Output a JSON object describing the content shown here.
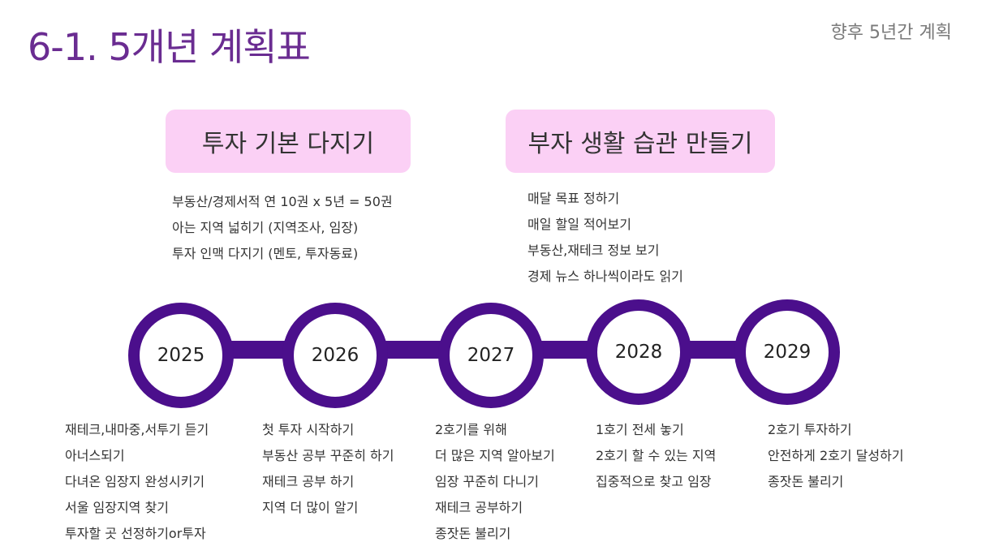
{
  "header": {
    "title": "6-1. 5개년 계획표",
    "subtitle": "향후 5년간 계획"
  },
  "goals": [
    {
      "heading": "투자 기본 다지기",
      "items": [
        "부동산/경제서적 연 10권 x 5년 = 50권",
        "아는 지역 넓히기 (지역조사, 임장)",
        "투자 인맥 다지기 (멘토, 투자동료)"
      ]
    },
    {
      "heading": "부자 생활 습관 만들기",
      "items": [
        "매달 목표 정하기",
        "매일 할일 적어보기",
        "부동산,재테크 정보 보기",
        "경제 뉴스 하나씩이라도 읽기"
      ]
    }
  ],
  "timeline": [
    {
      "year": "2025",
      "items": [
        "재테크,내마중,서투기 듣기",
        "아너스되기",
        "다녀온 임장지 완성시키기",
        "서울 임장지역 찾기",
        "투자할 곳 선정하기or투자"
      ]
    },
    {
      "year": "2026",
      "items": [
        "첫 투자 시작하기",
        "부동산 공부 꾸준히 하기",
        "재테크 공부 하기",
        "지역 더 많이 알기"
      ]
    },
    {
      "year": "2027",
      "items": [
        "2호기를 위해",
        "더 많은 지역 알아보기",
        "임장 꾸준히 다니기",
        "재테크 공부하기",
        "종잣돈 불리기"
      ]
    },
    {
      "year": "2028",
      "items": [
        "1호기 전세 놓기",
        "2호기 할 수 있는 지역",
        "집중적으로 찾고 임장"
      ]
    },
    {
      "year": "2029",
      "items": [
        "2호기 투자하기",
        "안전하게 2호기 달성하기",
        "종잣돈  불리기"
      ]
    }
  ],
  "colors": {
    "title": "#6a2c91",
    "pill_background": "#fbd0f5",
    "timeline": "#4b0f8c"
  }
}
